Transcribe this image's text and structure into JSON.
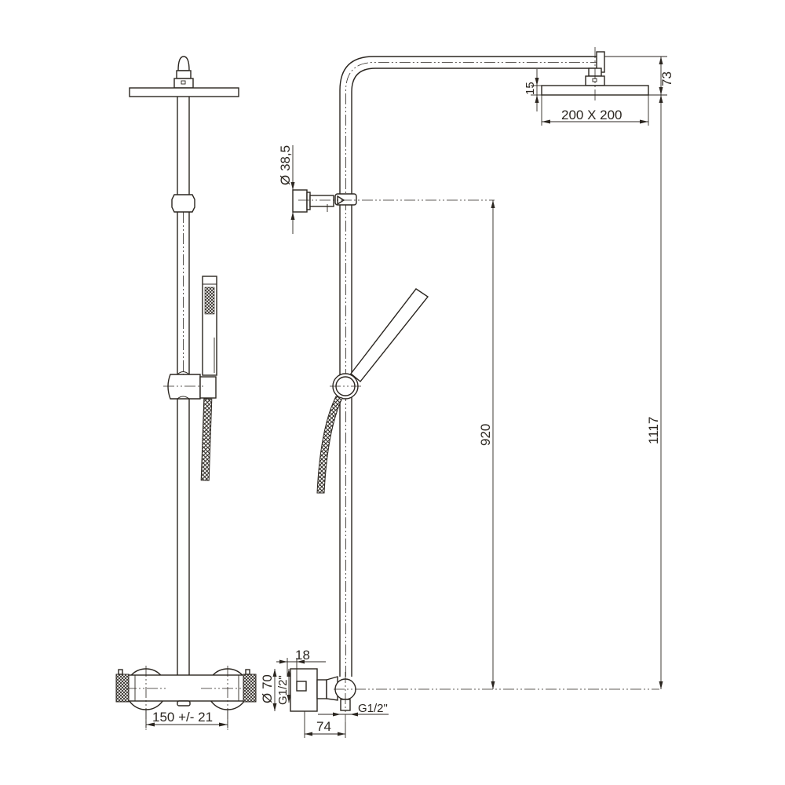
{
  "drawing": {
    "title": "Thermostatic shower column - dimensional drawing",
    "line_color": "#2b2620",
    "background": "#ffffff",
    "views": [
      {
        "name": "front-view",
        "label": ""
      },
      {
        "name": "side-view",
        "label": ""
      }
    ],
    "dimensions": {
      "head_size": "200 X 200",
      "head_thickness": "15",
      "arm_to_head": "73",
      "wall_bracket_diameter": "Ø 38,5",
      "slide_height": "920",
      "total_height": "1117",
      "mixer_depth": "18",
      "escutcheon_diameter": "Ø 70",
      "inlet_thread_wall": "G1/2\"",
      "outlet_thread": "G1/2\"",
      "mixer_projection": "74",
      "inlet_centers": "150 +/- 21"
    }
  }
}
